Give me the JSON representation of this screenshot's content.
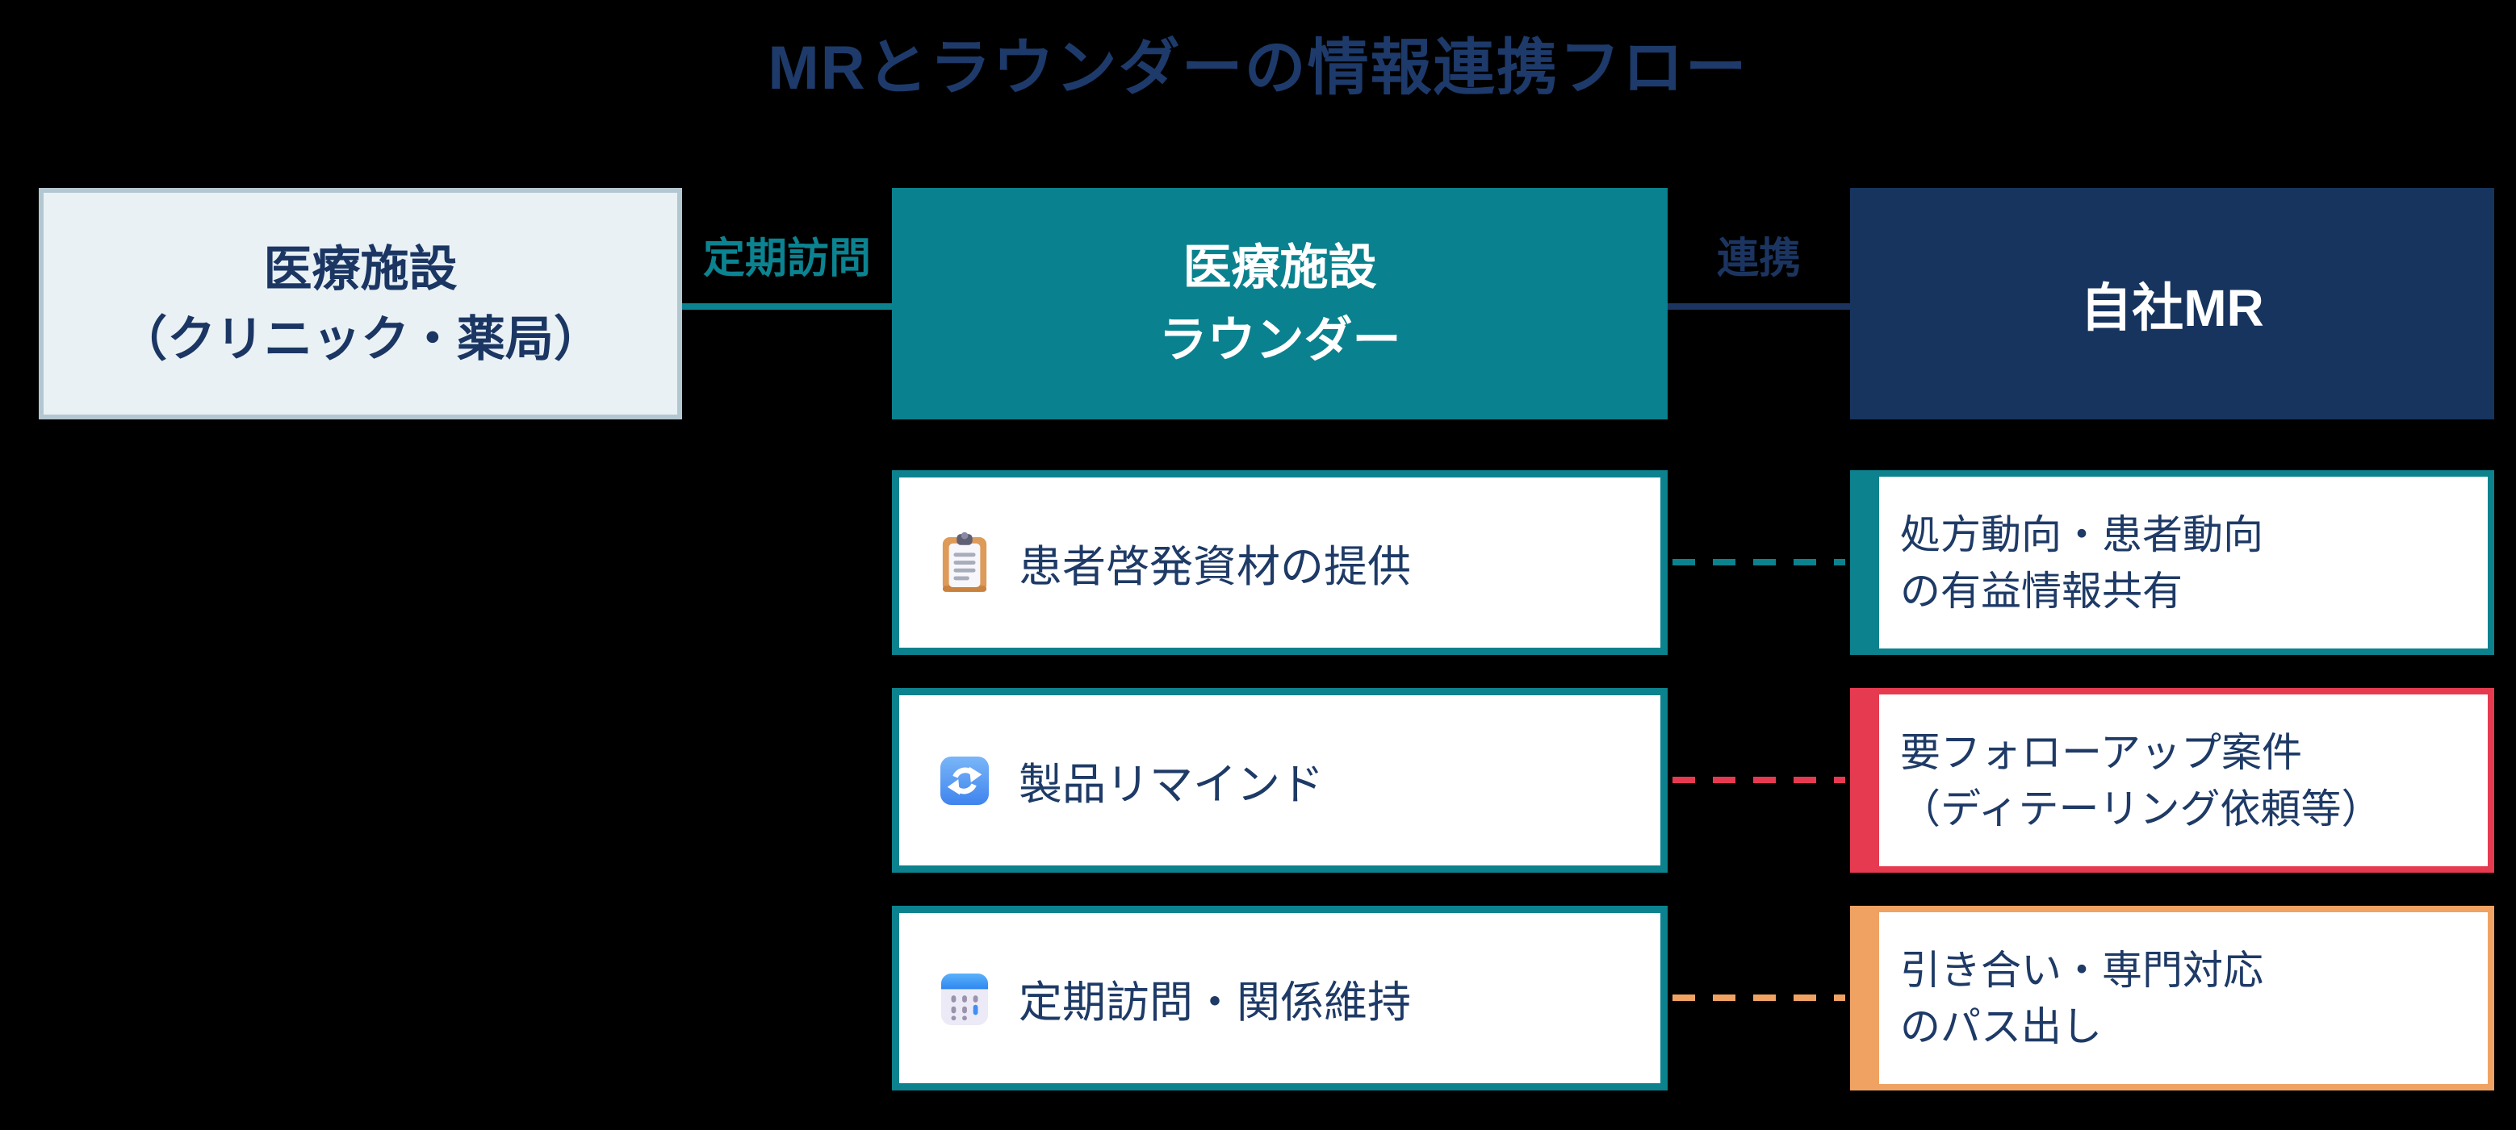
{
  "title": "MRとラウンダーの情報連携フロー",
  "flow": {
    "facility": {
      "line1": "医療施設",
      "line2": "（クリニック・薬局）"
    },
    "visit_label": "定期訪問",
    "rounder": {
      "line1": "医療施設",
      "line2": "ラウンダー"
    },
    "collab_label": "連携",
    "mr": {
      "label": "自社MR"
    }
  },
  "rounder_tasks": [
    {
      "icon": "clipboard-icon",
      "label": "患者啓発資材の提供"
    },
    {
      "icon": "sync-icon",
      "label": "製品リマインド"
    },
    {
      "icon": "calendar-icon",
      "label": "定期訪問・関係維持"
    }
  ],
  "mr_outcomes": [
    {
      "line1": "処方動向・患者動向",
      "line2": "の有益情報共有",
      "accent": "#0b828e"
    },
    {
      "line1": "要フォローアップ案件",
      "line2": "（ディテーリング依頼等）",
      "accent": "#e63a50"
    },
    {
      "line1": "引き合い・専門対応",
      "line2": "のパス出し",
      "accent": "#f0a263"
    }
  ],
  "colors": {
    "background": "#000000",
    "navy_text": "#1d3a6a",
    "navy_box": "#16345e",
    "teal": "#0b828e",
    "facility_fill": "#e9f1f5",
    "facility_border": "#b3c7d1",
    "red": "#e63a50",
    "orange": "#f0a263",
    "icon_blue": "#4a90f0",
    "clipboard_orange": "#dd9a58"
  }
}
